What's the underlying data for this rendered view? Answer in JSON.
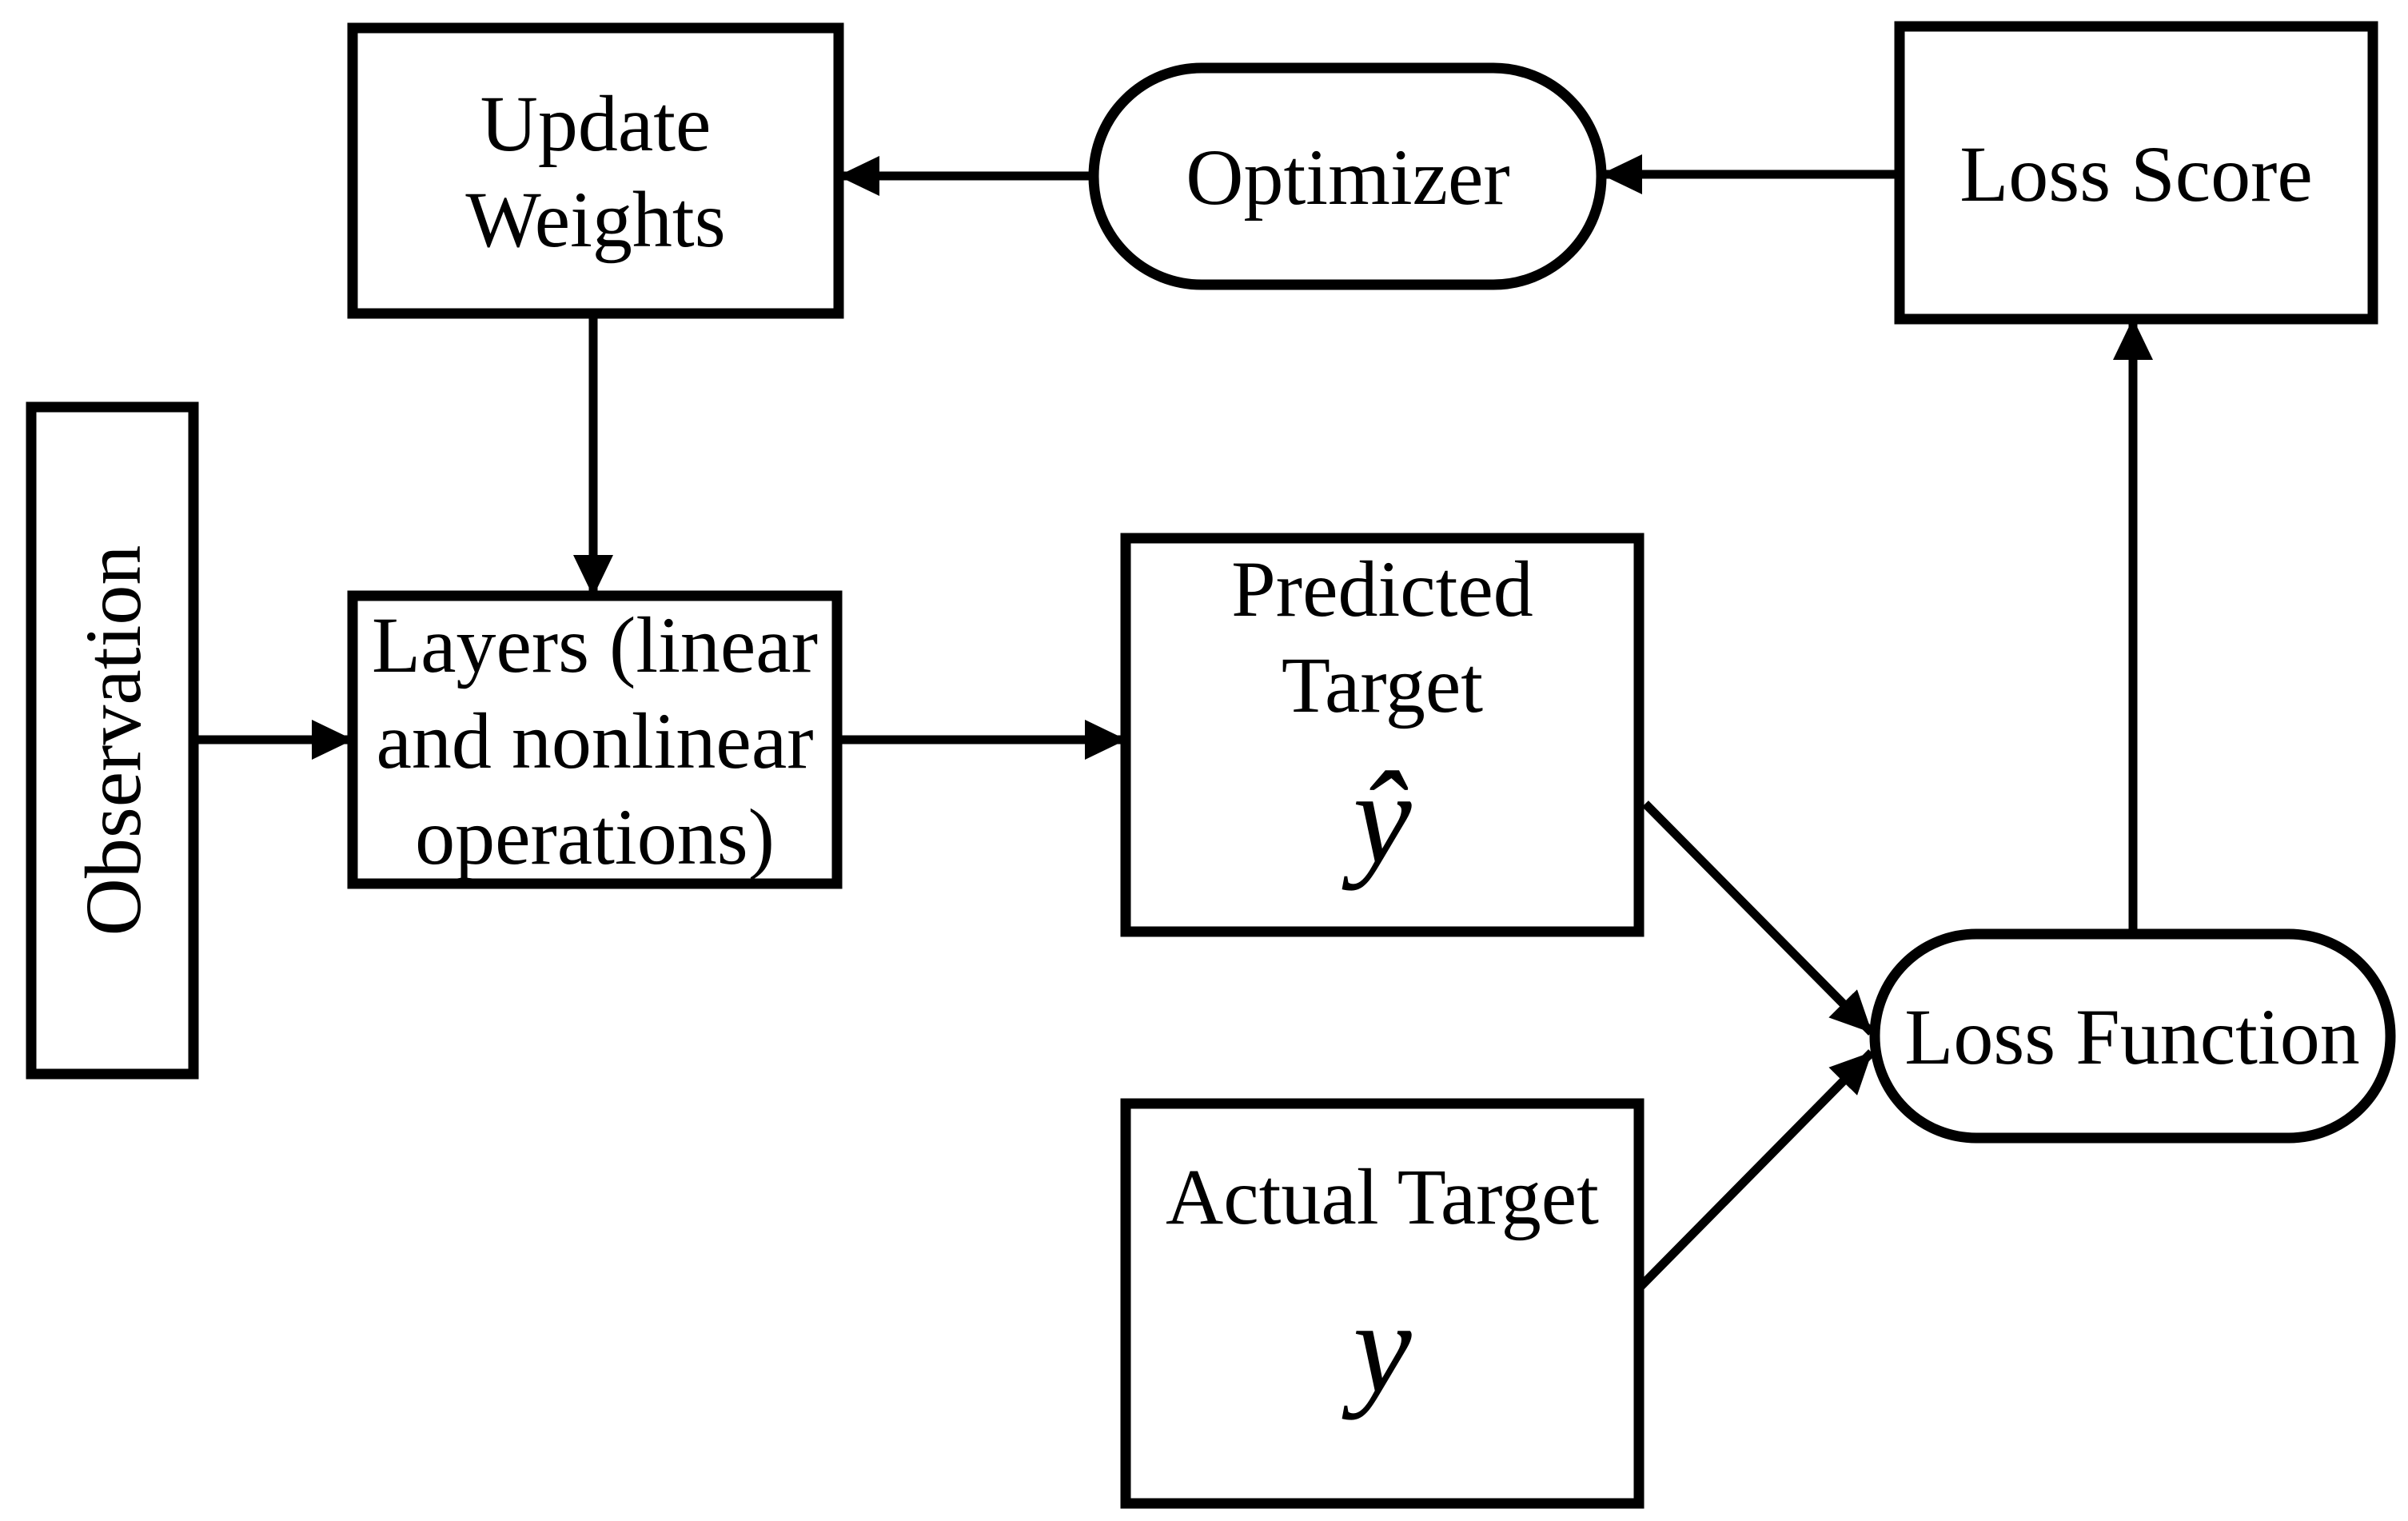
{
  "figure": {
    "type": "flowchart",
    "description": "Neural network training loop diagram",
    "colors": {
      "background": "#ffffff",
      "node_fill": "#ffffff",
      "stroke": "#000000",
      "text": "#000000"
    }
  },
  "nodes": {
    "observation": {
      "label": "Observation",
      "shape": "rectangle",
      "text_orientation": "vertical"
    },
    "update_weights": {
      "line1": "Update",
      "line2": "Weights",
      "shape": "rectangle"
    },
    "layers": {
      "line1": "Layers (linear",
      "line2": "and nonlinear",
      "line3": "operations)",
      "shape": "rectangle"
    },
    "predicted_target": {
      "line1": "Predicted",
      "line2": "Target",
      "symbol": "ŷ",
      "shape": "rectangle"
    },
    "actual_target": {
      "line1": "Actual Target",
      "symbol": "y",
      "shape": "rectangle"
    },
    "optimizer": {
      "label": "Optimizer",
      "shape": "stadium"
    },
    "loss_score": {
      "label": "Loss Score",
      "shape": "rectangle"
    },
    "loss_function": {
      "label": "Loss Function",
      "shape": "stadium"
    }
  },
  "edges": [
    {
      "from": "Observation",
      "to": "Layers (linear and nonlinear operations)"
    },
    {
      "from": "Update Weights",
      "to": "Layers (linear and nonlinear operations)"
    },
    {
      "from": "Layers (linear and nonlinear operations)",
      "to": "Predicted Target ŷ"
    },
    {
      "from": "Predicted Target ŷ",
      "to": "Loss Function"
    },
    {
      "from": "Actual Target y",
      "to": "Loss Function"
    },
    {
      "from": "Loss Function",
      "to": "Loss Score"
    },
    {
      "from": "Loss Score",
      "to": "Optimizer"
    },
    {
      "from": "Optimizer",
      "to": "Update Weights"
    }
  ]
}
